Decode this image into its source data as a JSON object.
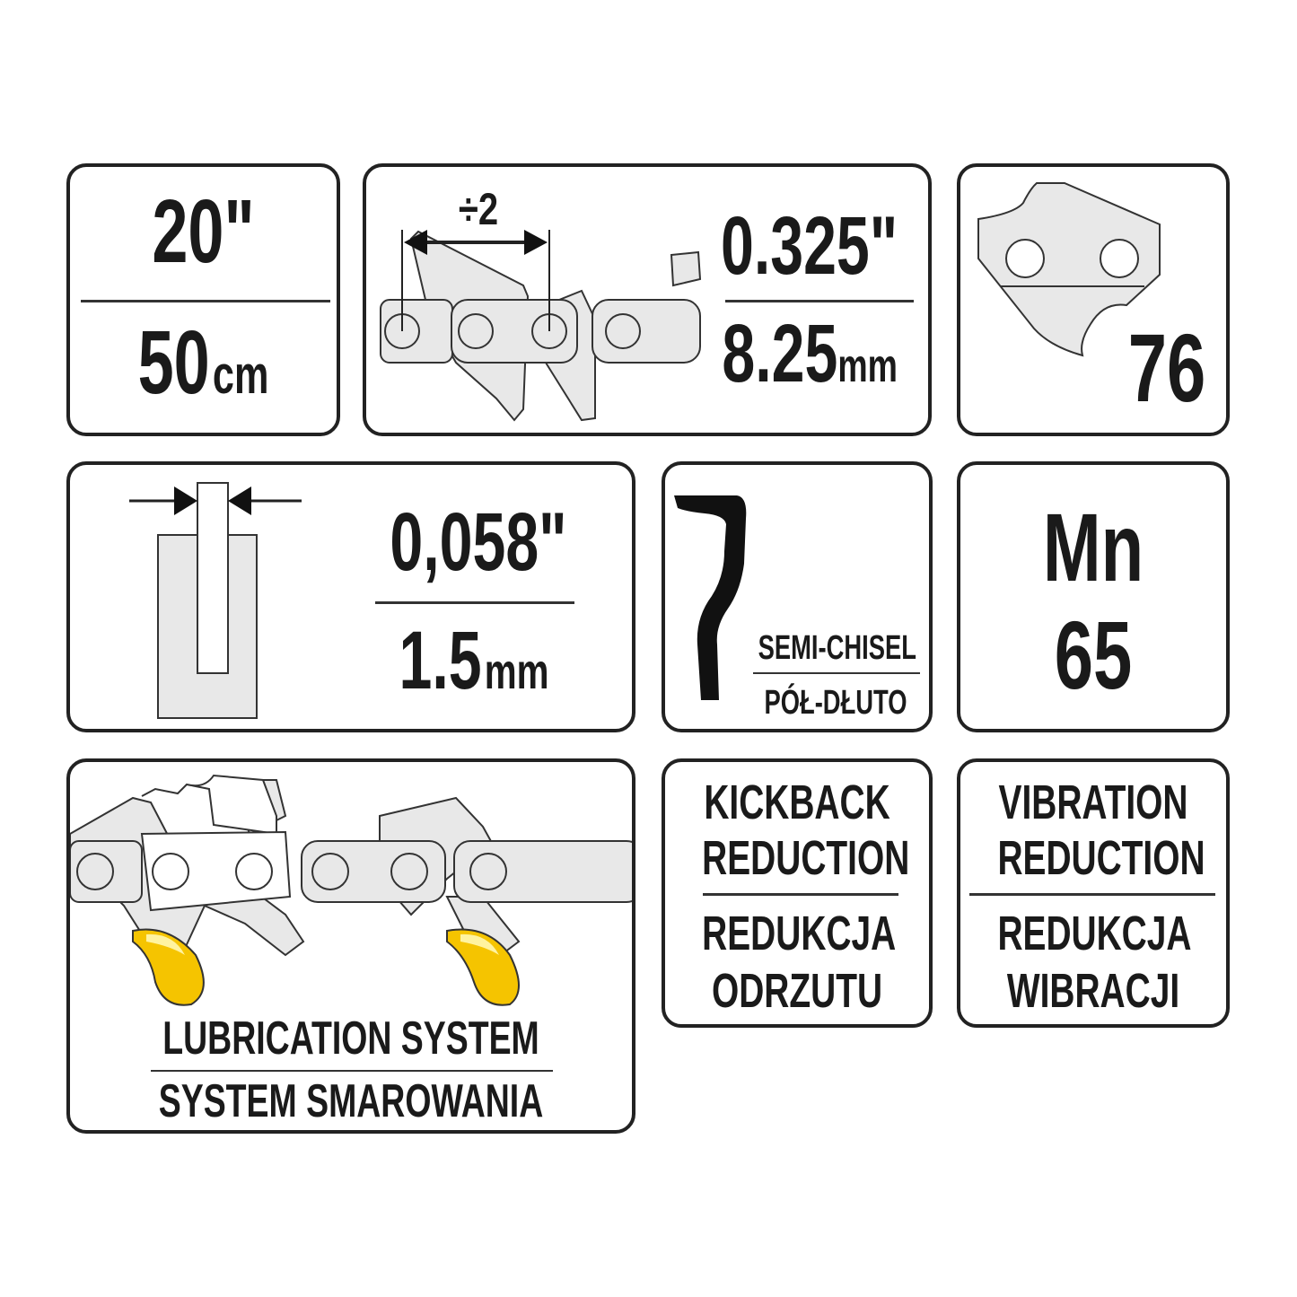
{
  "panels": {
    "length": {
      "inch": "20\"",
      "cm_value": "50",
      "cm_unit": "cm"
    },
    "pitch": {
      "divider_label": "÷2",
      "inch": "0.325\"",
      "mm_value": "8.25",
      "mm_unit": "mm"
    },
    "drive_links": {
      "count": "76"
    },
    "gauge": {
      "inch": "0,058\"",
      "mm_value": "1.5",
      "mm_unit": "mm"
    },
    "cutter": {
      "en": "SEMI-CHISEL",
      "pl": "PÓŁ-DŁUTO"
    },
    "material": {
      "line1": "Mn",
      "line2": "65"
    },
    "lubrication": {
      "en": "LUBRICATION SYSTEM",
      "pl": "SYSTEM SMAROWANIA"
    },
    "kickback": {
      "en1": "KICKBACK",
      "en2": "REDUCTION",
      "pl1": "REDUKCJA",
      "pl2": "ODRZUTU"
    },
    "vibration": {
      "en1": "VIBRATION",
      "en2": "REDUCTION",
      "pl1": "REDUKCJA",
      "pl2": "WIBRACJI"
    }
  },
  "colors": {
    "border": "#222222",
    "chain_gray": "#e8e8e8",
    "oil": "#f5c400",
    "oil_highlight": "#fff3a0"
  }
}
